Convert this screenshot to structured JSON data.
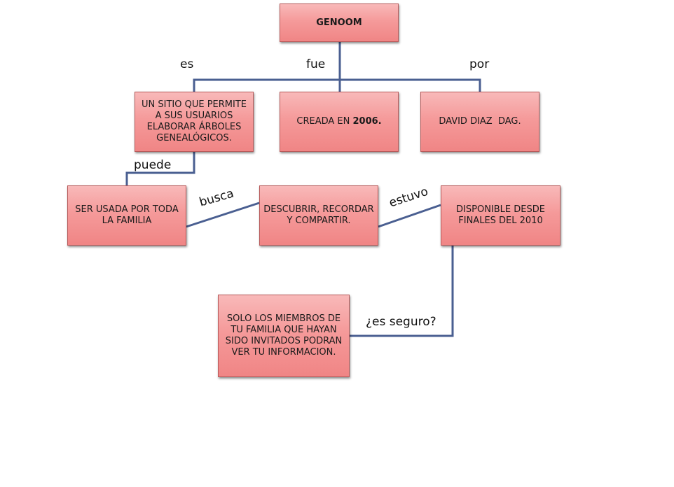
{
  "diagram": {
    "root": {
      "text": "GENOOM"
    },
    "nodes": {
      "sitio": {
        "text": "UN SITIO QUE PERMITE A SUS USUARIOS ELABORAR ÁRBOLES GENEALÓGICOS."
      },
      "creada": {
        "text_prefix": "CREADA EN ",
        "text_bold": "2006."
      },
      "autor": {
        "text": "DAVID DIAZ  DAG."
      },
      "familia": {
        "text": "SER USADA POR TODA LA FAMILIA"
      },
      "descubrir": {
        "text": "DESCUBRIR, RECORDAR Y COMPARTIR."
      },
      "disponible": {
        "text": "DISPONIBLE DESDE FINALES DEL 2010"
      },
      "seguridad": {
        "text": "SOLO LOS MIEMBROS DE TU FAMILIA QUE HAYAN SIDO INVITADOS PODRAN VER TU INFORMACION."
      }
    },
    "edge_labels": {
      "es": "es",
      "fue": "fue",
      "por": "por",
      "puede": "puede",
      "busca": "busca",
      "estuvo": "estuvo",
      "es_seguro": "¿es seguro?"
    },
    "colors": {
      "connector": "#4a5f91",
      "node_fill": "#f59a9a",
      "node_border": "#b85a5a"
    }
  }
}
